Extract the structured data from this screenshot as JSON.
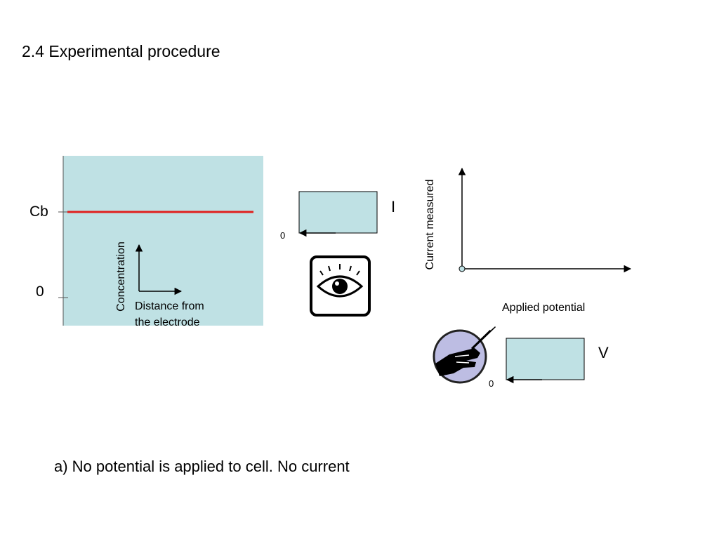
{
  "title": "2.4 Experimental procedure",
  "concentration_profile": {
    "y_top_label": "Cb",
    "y_bottom_label": "0",
    "axis_y_label": "Concentration",
    "axis_x_label_line1": "Distance from",
    "axis_x_label_line2": "the electrode",
    "profile_color": "#e0201e",
    "panel_color": "#bfe1e4"
  },
  "current_meter": {
    "symbol": "I",
    "zero_label": "0",
    "icon": "eye-icon"
  },
  "iv_plot": {
    "y_axis_label": "Current measured",
    "x_axis_label": "Applied potential"
  },
  "voltage_source": {
    "symbol": "V",
    "zero_label": "0",
    "icon": "hand-adjusting-knob-icon"
  },
  "caption": "a) No potential is applied to cell. No current"
}
